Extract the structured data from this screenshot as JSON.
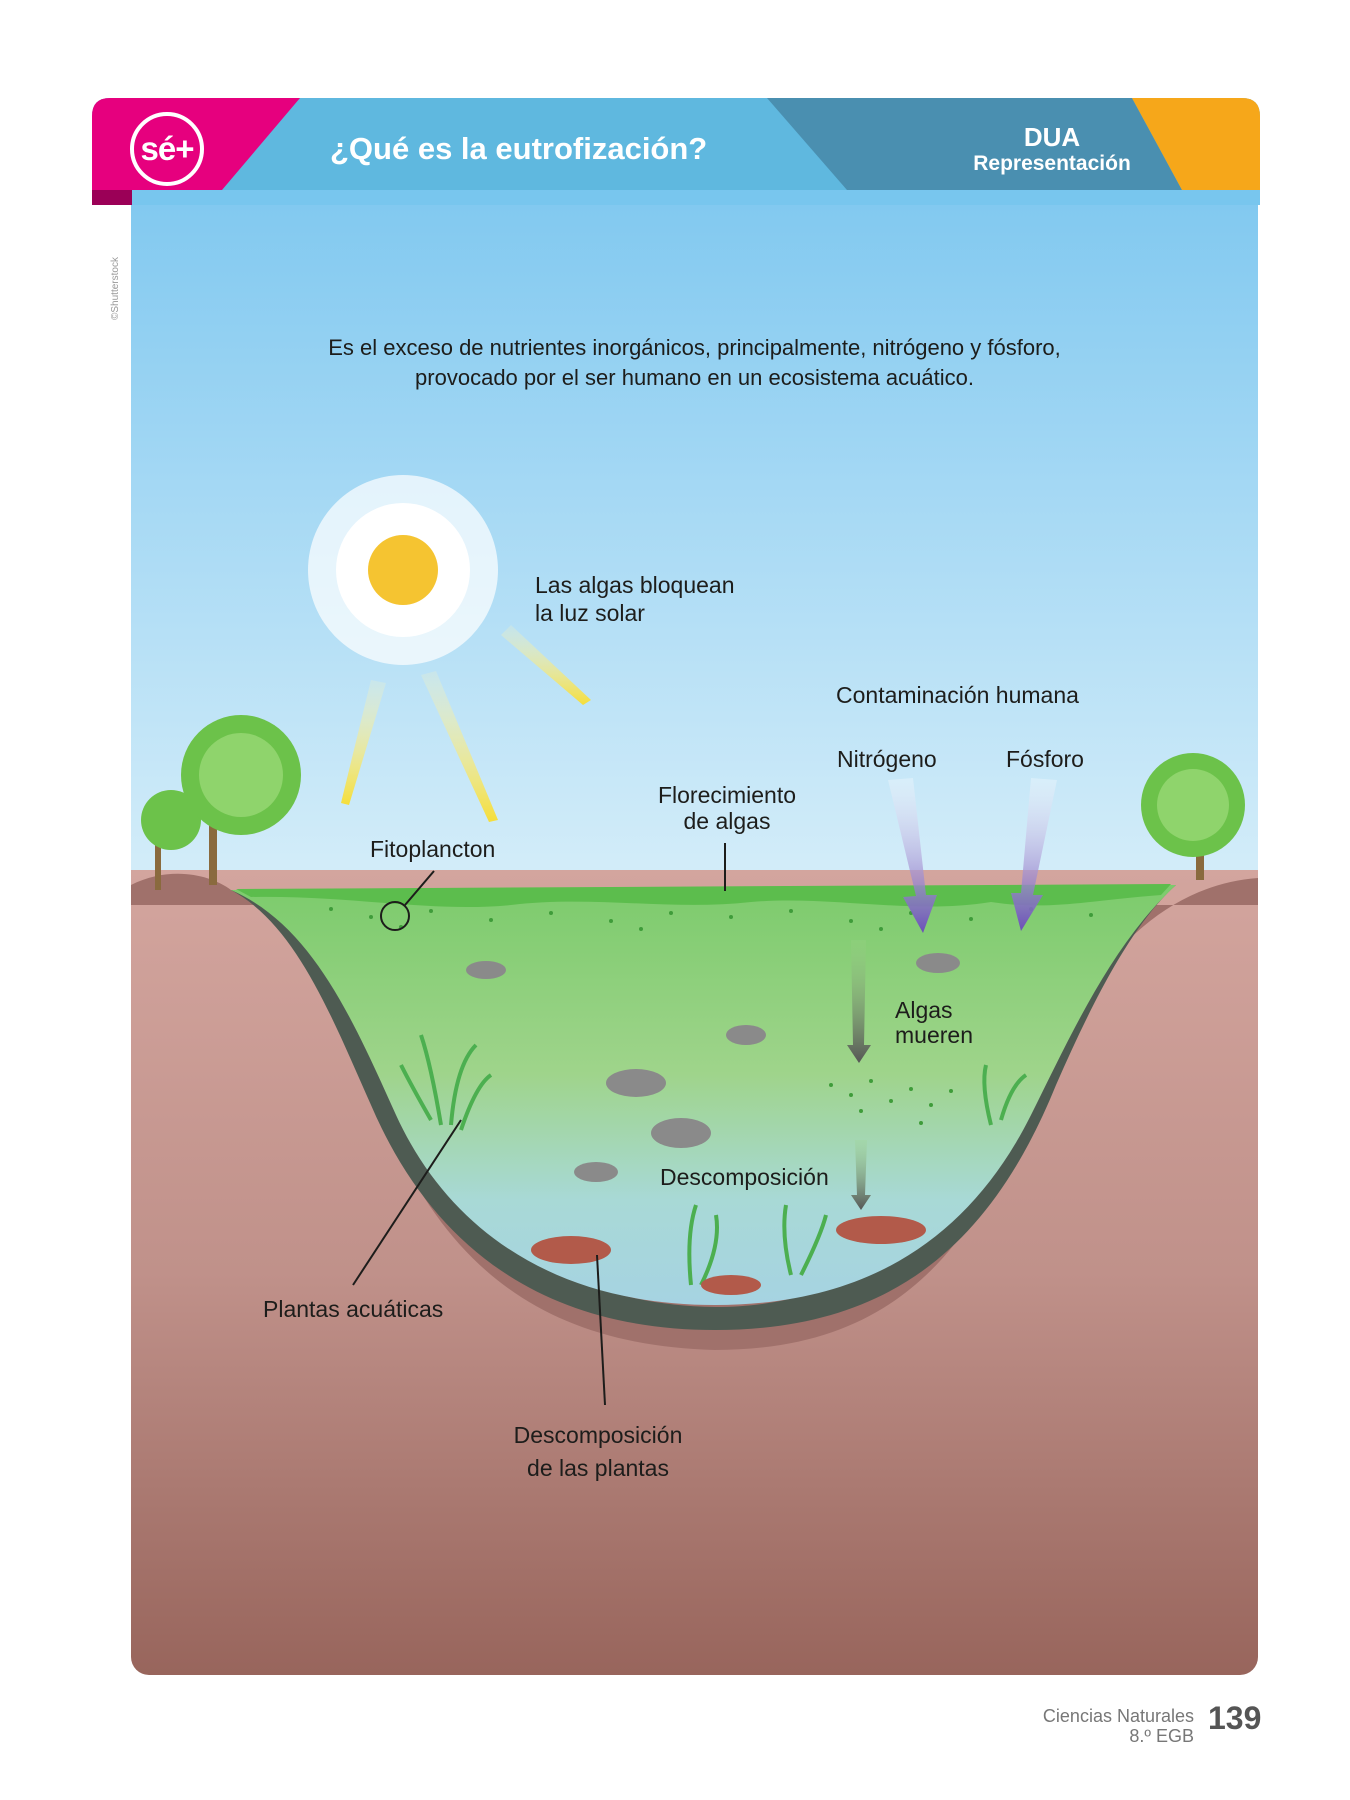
{
  "header": {
    "logo_text": "sé+",
    "title": "¿Qué es la eutrofización?",
    "badge_title": "DUA",
    "badge_subtitle": "Representación"
  },
  "credit": "©Shutterstock",
  "intro": {
    "line1": "Es el exceso de nutrientes inorgánicos, principalmente, nitrógeno y fósforo,",
    "line2": "provocado por el ser humano en un ecosistema acuático."
  },
  "labels": {
    "algae_block_1": "Las algas bloquean",
    "algae_block_2": "la luz solar",
    "human_pollution": "Contaminación humana",
    "nitrogen": "Nitrógeno",
    "phosphorus": "Fósforo",
    "bloom_1": "Florecimiento",
    "bloom_2": "de algas",
    "phytoplankton": "Fitoplancton",
    "algae_die_1": "Algas",
    "algae_die_2": "mueren",
    "decomposition": "Descomposición",
    "aquatic_plants": "Plantas acuáticas",
    "plant_decomp_1": "Descomposición",
    "plant_decomp_2": "de las plantas"
  },
  "colors": {
    "magenta": "#e6007e",
    "header_blue": "#5fb8df",
    "badge_blue": "#4a8fb0",
    "orange": "#f6a71a",
    "sky_top": "#82c9f0",
    "water_green": "#7ecb6e",
    "nutrient_purple": "#6b4fb8"
  },
  "footer": {
    "subject": "Ciencias Naturales",
    "grade": "8.º EGB",
    "page": "139"
  }
}
